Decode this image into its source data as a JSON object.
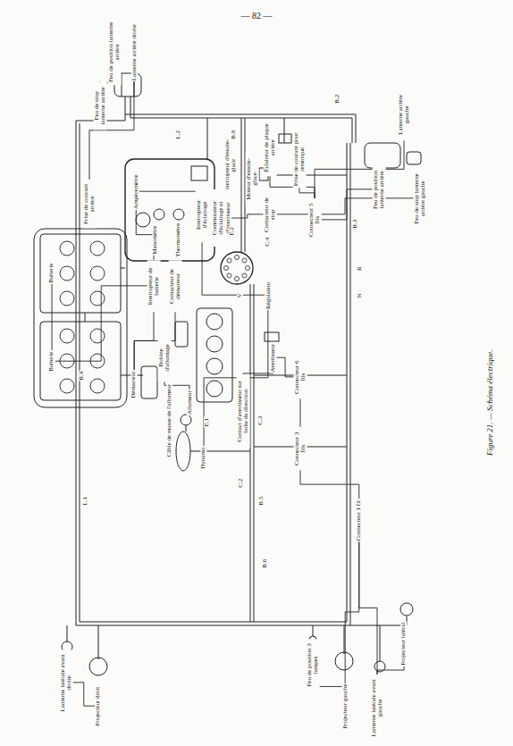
{
  "diagram": {
    "caption": "Figure 21. — Schéma électrique.",
    "nodes": [
      {
        "text": [
          "Lanterne arrière droite"
        ]
      },
      {
        "text": [
          "Feu de position lanterne arrière"
        ]
      },
      {
        "text": [
          "Feu de stop lanterne arrière"
        ]
      },
      {
        "text": [
          "Prise de courant arrière"
        ]
      },
      {
        "text": [
          "Éclaireur de plaque arrière"
        ]
      },
      {
        "text": [
          "Prise de courant pour remorque"
        ]
      },
      {
        "text": [
          "Feu de position lanterne arrière"
        ]
      },
      {
        "text": [
          "Lanterne arrière gauche"
        ]
      },
      {
        "text": [
          "Feu de stop lanterne arrière gauche"
        ]
      },
      {
        "text": [
          "Contacteur de stop"
        ]
      },
      {
        "text": [
          "Connecteur 5 fils"
        ]
      },
      {
        "text": [
          "Ampèremètre"
        ]
      },
      {
        "text": [
          "Manomètre"
        ]
      },
      {
        "text": [
          "Thermomètre"
        ]
      },
      {
        "text": [
          "Interrupteur d'éclairage"
        ]
      },
      {
        "text": [
          "Interrupteur d'essuie-glace"
        ]
      },
      {
        "text": [
          "Moteur d'essuie-glace"
        ]
      },
      {
        "text": [
          "Commutateur d'éclairage et d'avertisseur"
        ]
      },
      {
        "text": [
          "Interrupteur de batterie"
        ]
      },
      {
        "text": [
          "Contacteur de démarreur"
        ]
      },
      {
        "text": [
          "Batterie"
        ]
      },
      {
        "text": [
          "Batterie"
        ]
      },
      {
        "text": [
          "Démarreur"
        ]
      },
      {
        "text": [
          "Bobine d'allumage"
        ]
      },
      {
        "text": [
          "Régulateur"
        ]
      },
      {
        "text": [
          "Allumeur"
        ]
      },
      {
        "text": [
          "Dynamo"
        ]
      },
      {
        "text": [
          "Contact d'avertisseur sur boîte de direction"
        ]
      },
      {
        "text": [
          "Avertisseur"
        ]
      },
      {
        "text": [
          "Connecteur 6 fils"
        ]
      },
      {
        "text": [
          "Connecteur 3 fils"
        ]
      },
      {
        "text": [
          "Connecteur 1 fil"
        ]
      },
      {
        "text": [
          "Projecteur droit"
        ]
      },
      {
        "text": [
          "Lanterne latérale avant droite"
        ]
      },
      {
        "text": [
          "Feu de position 3 lampes"
        ]
      },
      {
        "text": [
          "Projecteur gauche"
        ]
      },
      {
        "text": [
          "Lanterne latérale avant gauche"
        ]
      },
      {
        "text": [
          "Projecteur latéral"
        ]
      }
    ],
    "edges": [
      {
        "from": 20,
        "to": 21,
        "arrow": "none"
      },
      {
        "from": 21,
        "to": 18,
        "arrow": "none"
      },
      {
        "from": 18,
        "to": 22,
        "arrow": "none"
      },
      {
        "from": 19,
        "to": 22,
        "arrow": "none"
      },
      {
        "from": 11,
        "to": 18,
        "arrow": "none"
      },
      {
        "from": 24,
        "to": 26,
        "arrow": "none"
      },
      {
        "from": 24,
        "to": 11,
        "arrow": "none"
      },
      {
        "from": 23,
        "to": 25,
        "arrow": "none"
      },
      {
        "from": 27,
        "to": 28,
        "arrow": "none"
      },
      {
        "from": 28,
        "to": 29,
        "arrow": "none"
      },
      {
        "from": 29,
        "to": 30,
        "arrow": "none"
      },
      {
        "from": 30,
        "to": 31,
        "arrow": "none"
      },
      {
        "from": 31,
        "to": 35,
        "arrow": "none"
      },
      {
        "from": 31,
        "to": 36,
        "arrow": "none"
      },
      {
        "from": 33,
        "to": 32,
        "arrow": "none"
      },
      {
        "from": 34,
        "to": 35,
        "arrow": "none"
      },
      {
        "from": 37,
        "to": 36,
        "arrow": "none"
      },
      {
        "from": 9,
        "to": 8,
        "arrow": "none"
      },
      {
        "from": 10,
        "to": 6,
        "arrow": "none"
      },
      {
        "from": 10,
        "to": 7,
        "arrow": "none"
      },
      {
        "from": 4,
        "to": 10,
        "arrow": "none"
      },
      {
        "from": 5,
        "to": 10,
        "arrow": "none"
      },
      {
        "from": 3,
        "to": 0,
        "arrow": "none"
      },
      {
        "from": 2,
        "to": 1,
        "arrow": "none"
      },
      {
        "from": 17,
        "to": 9,
        "arrow": "none"
      }
    ],
    "labels": [
      "— 82 —",
      "B.2",
      "B.3",
      "B.4",
      "B.5",
      "B.6",
      "B.8",
      "L.1",
      "L.2",
      "C.2",
      "C.3",
      "C.4",
      "E.1",
      "E.2",
      "R",
      "N",
      "V",
      "Câble de masse de l'allumeur"
    ]
  }
}
